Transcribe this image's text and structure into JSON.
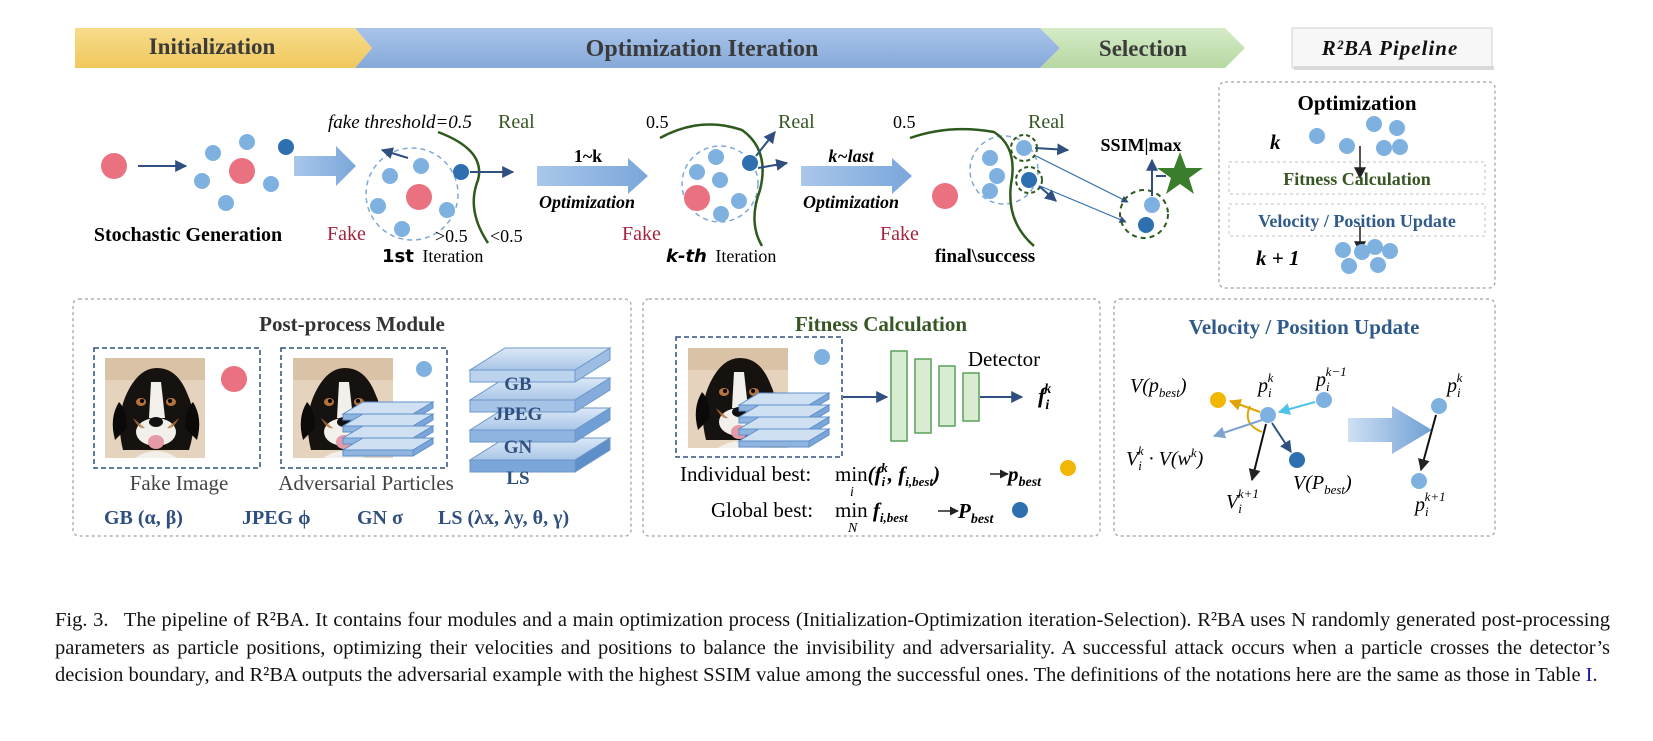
{
  "stages": {
    "initialization": "Initialization",
    "optimization_iteration": "Optimization Iteration",
    "selection": "Selection",
    "pipeline_title": "R²BA Pipeline"
  },
  "flow": {
    "stochastic_generation": "Stochastic Generation",
    "fake_threshold": "fake threshold=0.5",
    "real": "Real",
    "fake": "Fake",
    "gt": ">0.5",
    "lt": "<0.5",
    "threshold_short": "0.5",
    "first_iteration_bold": "1st",
    "iteration_word": "Iteration",
    "kth_bold": "k-th",
    "range1": "1~k",
    "range2": "k~last",
    "optimization": "Optimization",
    "final_success": "final\\success",
    "ssim_max": "SSIM|max"
  },
  "pipeline_box": {
    "title": "Optimization",
    "k": "k",
    "fitness": "Fitness Calculation",
    "velocity": "Velocity / Position Update",
    "k_plus_1": "k + 1"
  },
  "postprocess": {
    "title": "Post-process Module",
    "fake_image": "Fake Image",
    "adv_particles": "Adversarial Particles",
    "stack": [
      "GB",
      "JPEG",
      "GN",
      "LS"
    ],
    "params": [
      "GB (α, β)",
      "JPEG ϕ",
      "GN σ",
      "LS (λx, λy, θ, γ)"
    ]
  },
  "fitness": {
    "title": "Fitness Calculation",
    "detector": "Detector",
    "output": "fik",
    "individual_label": "Individual best:",
    "individual_formula": "min(fik, fi,best)",
    "individual_sub": "i",
    "individual_result": "pbest",
    "global_label": "Global best:",
    "global_formula": "min fi,best",
    "global_sub": "N",
    "global_result": "Pbest"
  },
  "velocity": {
    "title": "Velocity / Position Update",
    "v_pbest": "V(pbest)",
    "p_i_k": "pik",
    "p_i_k_minus_1": "pik−1",
    "vik_vwk": "Vik · V(wk)",
    "v_i_k_plus_1": "Vik+1",
    "v_Pbest": "V(Pbest)",
    "p_i_k_right": "pik",
    "p_i_k_plus_1_right": "pik+1"
  },
  "caption": {
    "fig_label": "Fig. 3.",
    "text": "The pipeline of R²BA. It contains four modules and a main optimization process (Initialization-Optimization iteration-Selection). R²BA uses N randomly generated post-processing parameters as particle positions, optimizing their velocities and positions to balance the invisibility and adversariality. A successful attack occurs when a particle crosses the detector’s decision boundary, and R²BA outputs the adversarial example with the highest SSIM value among the successful ones. The definitions of the notations here are the same as those in Table",
    "table_ref": "I",
    "end": "."
  },
  "colors": {
    "init_arrow": "#f3d27a",
    "opt_arrow": "#93b5e1",
    "sel_arrow": "#c5e0b4",
    "particle_light": "#7fb1e0",
    "particle_dark": "#2e6fb0",
    "particle_red": "#ea7180",
    "boundary": "#2e5a1e",
    "real_text": "#375623",
    "fake_text": "#a5243d",
    "velocity_title": "#2f5a8a",
    "fitness_title": "#375623",
    "gold": "#f2b705",
    "star": "#3a7d2c"
  }
}
